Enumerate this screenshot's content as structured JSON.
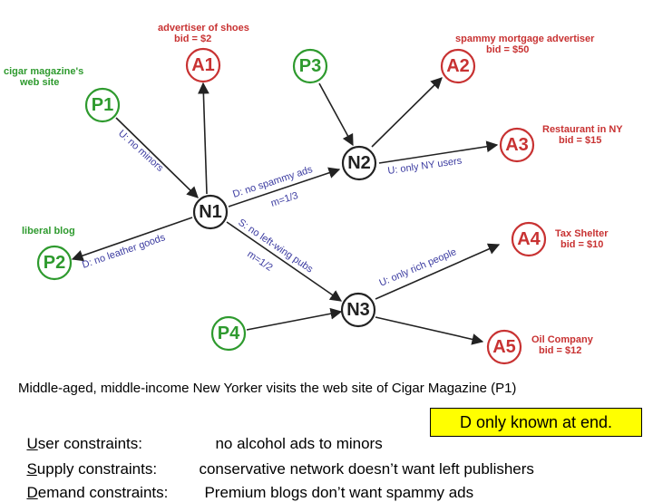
{
  "nodes": {
    "A1": {
      "label": "A1",
      "color": "#c83232"
    },
    "A2": {
      "label": "A2",
      "color": "#c83232"
    },
    "A3": {
      "label": "A3",
      "color": "#c83232"
    },
    "A4": {
      "label": "A4",
      "color": "#c83232"
    },
    "A5": {
      "label": "A5",
      "color": "#c83232"
    },
    "P1": {
      "label": "P1",
      "color": "#2e9a2e"
    },
    "P2": {
      "label": "P2",
      "color": "#2e9a2e"
    },
    "P3": {
      "label": "P3",
      "color": "#2e9a2e"
    },
    "P4": {
      "label": "P4",
      "color": "#2e9a2e"
    },
    "N1": {
      "label": "N1",
      "color": "#222222"
    },
    "N2": {
      "label": "N2",
      "color": "#222222"
    },
    "N3": {
      "label": "N3",
      "color": "#222222"
    }
  },
  "annotations": {
    "a1_line1": "advertiser of shoes",
    "a1_line2": "bid = $2",
    "a2_line1": "spammy mortgage advertiser",
    "a2_line2": "bid = $50",
    "a3_line1": "Restaurant in NY",
    "a3_line2": "bid = $15",
    "a4_line1": "Tax Shelter",
    "a4_line2": "bid = $10",
    "a5_line1": "Oil Company",
    "a5_line2": "bid = $12",
    "p1_line1": "cigar magazine's",
    "p1_line2": "web site",
    "p2_line1": "liberal blog"
  },
  "edge_labels": {
    "p1_n1": "U: no minors",
    "p2_n1": "D: no leather goods",
    "n1_n2": "D: no spammy ads",
    "n1_n2_m": "m=1/3",
    "n1_n3": "S: no left-wing pubs",
    "n1_n3_m": "m=1/2",
    "n2_a3": "U: only NY users",
    "n3_a4": "U: only rich people"
  },
  "caption": "Middle-aged, middle-income New Yorker visits the web site of Cigar Magazine (P1)",
  "callout": "D only known at end.",
  "constraints": [
    {
      "label": "User constraints:",
      "value": "no alcohol ads to minors"
    },
    {
      "label": "Supply constraints:",
      "value": "conservative network doesn’t want left publishers"
    },
    {
      "label": "Demand constraints:",
      "value": "Premium blogs don’t want spammy ads"
    }
  ]
}
